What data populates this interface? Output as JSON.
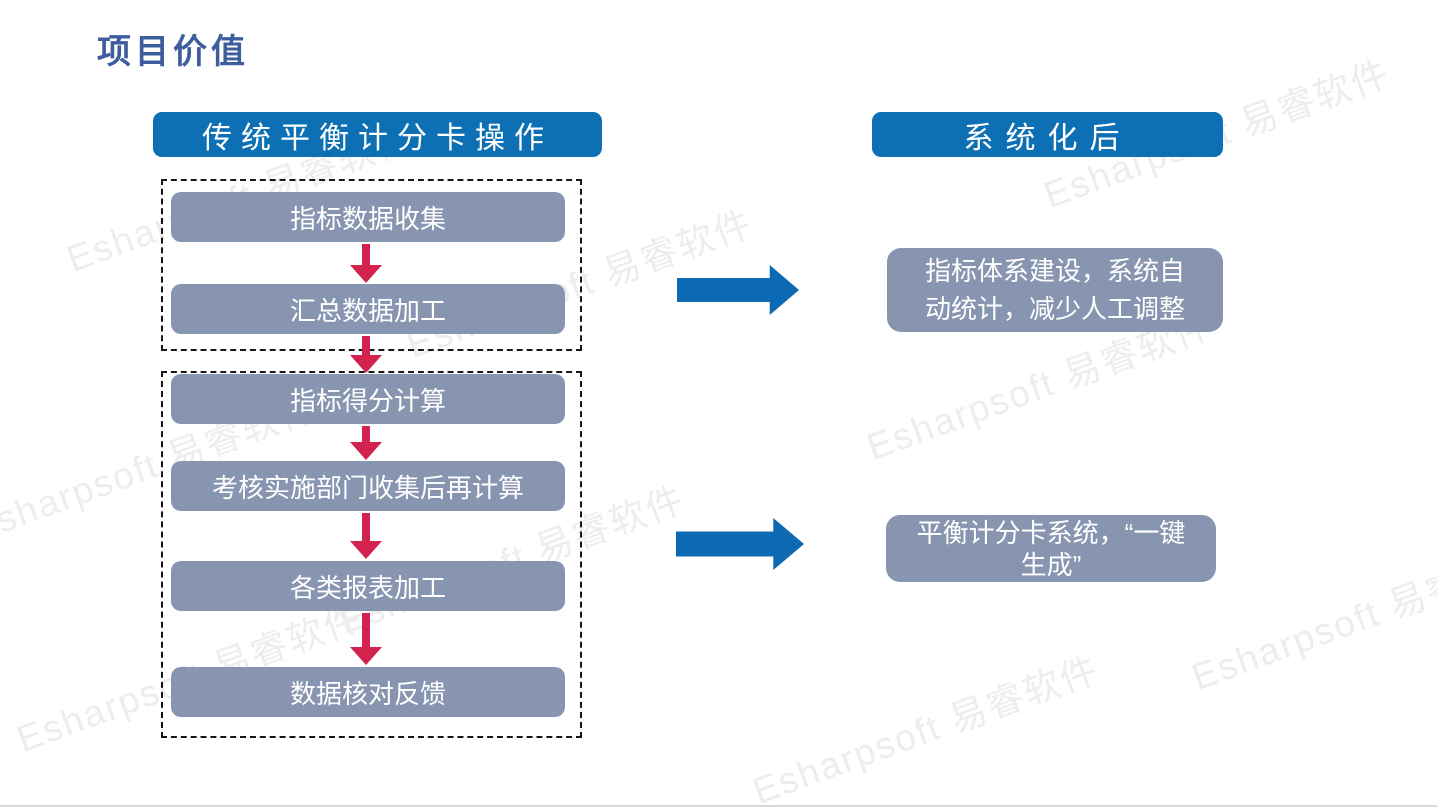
{
  "slide": {
    "title": "项目价值"
  },
  "left_flow": {
    "header": "传统平衡计分卡操作",
    "group1_steps": [
      "指标数据收集",
      "汇总数据加工"
    ],
    "group2_steps": [
      "指标得分计算",
      "考核实施部门收集后再计算",
      "各类报表加工",
      "数据核对反馈"
    ]
  },
  "right_flow": {
    "header": "系统化后",
    "benefits": [
      "指标体系建设，系统自动统计，减少人工调整",
      "平衡计分卡系统，“一键生成”"
    ]
  },
  "watermark": {
    "text": "Esharpsoft 易睿软件"
  },
  "colors": {
    "title_color": "#3e5d9d",
    "header_bg": "#0d70b5",
    "header_text": "#ffffff",
    "step_bg": "#8795b0",
    "step_text": "#ffffff",
    "flow_arrow": "#d2234e",
    "link_arrow": "#0c6ab4",
    "outline": "#161616",
    "watermark": "#ededed",
    "baseline": "#d7d7d7"
  }
}
